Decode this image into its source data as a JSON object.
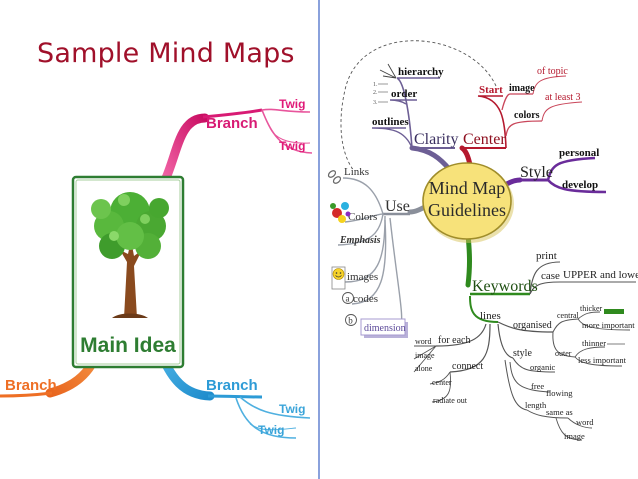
{
  "title": "Sample Mind Maps",
  "colors": {
    "title": "#a0102a",
    "pink_branch": "#e01a78",
    "blue_branch": "#3aa4d9",
    "orange_branch": "#f07a2c",
    "green_frame": "#2e7d32",
    "center_fill": "#f7e27a",
    "clarity": "#6d5f95",
    "center_red": "#b5192e",
    "style_purple": "#6a2c9a",
    "keywords_green": "#2f8a1e",
    "use_gray": "#8a8f9a",
    "divider": "#3c63c4"
  },
  "left_map": {
    "main_idea": "Main Idea",
    "branch_top": "Branch",
    "twig_top_1": "Twig",
    "twig_top_2": "Twig",
    "branch_left": "Branch",
    "branch_bottom": "Branch",
    "twig_bottom_1": "Twig",
    "twig_bottom_2": "Twig"
  },
  "right_map": {
    "center_line1": "Mind Map",
    "center_line2": "Guidelines",
    "clarity": "Clarity",
    "hierarchy": "hierarchy",
    "order": "order",
    "outlines": "outlines",
    "num1": "1.",
    "num2": "2.",
    "num3": "3.",
    "center": "Center",
    "start": "Start",
    "image": "image",
    "of_topic": "of topic",
    "at_least_3": "at least 3",
    "colors_c": "colors",
    "style": "Style",
    "personal": "personal",
    "develop": "develop",
    "use": "Use",
    "links": "Links",
    "colors_u": "Colors",
    "emphasis": "Emphasis",
    "images": "images",
    "codes": "codes",
    "code_a": "a",
    "code_b": "b",
    "dimension": "dimension",
    "keywords": "Keywords",
    "print": "print",
    "case": "case",
    "upper_lower": "UPPER and lower",
    "lines": "lines",
    "organised": "organised",
    "central": "central",
    "thicker": "thicker",
    "more_important": "more important",
    "outer": "outer",
    "thinner": "thinner",
    "less_important": "less important",
    "for_each": "for each",
    "word": "word",
    "image_k": "image",
    "alone": "alone",
    "connect": "connect",
    "center_k": "center",
    "radiate_out": "radiate out",
    "style_k": "style",
    "organic": "organic",
    "free": "free",
    "flowing": "flowing",
    "length": "length",
    "same_as": "same as",
    "word_2": "word",
    "image_2": "image"
  }
}
